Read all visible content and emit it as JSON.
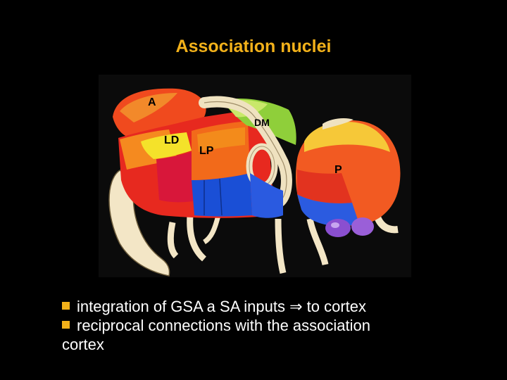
{
  "slide": {
    "title": "Association nuclei",
    "accent_color": "#f2b11a"
  },
  "figure": {
    "labels": {
      "a": "A",
      "dm": "DM",
      "ld": "LD",
      "lp": "LP",
      "p": "P"
    }
  },
  "bullets": {
    "items": [
      {
        "icon": "square-bullet-icon",
        "before_arrow": "integration of GSA a SA inputs",
        "arrow": "⇒",
        "after_arrow": "to cortex"
      },
      {
        "icon": "square-bullet-icon",
        "text": "reciprocal connections with the association",
        "continuation": "cortex"
      }
    ]
  }
}
